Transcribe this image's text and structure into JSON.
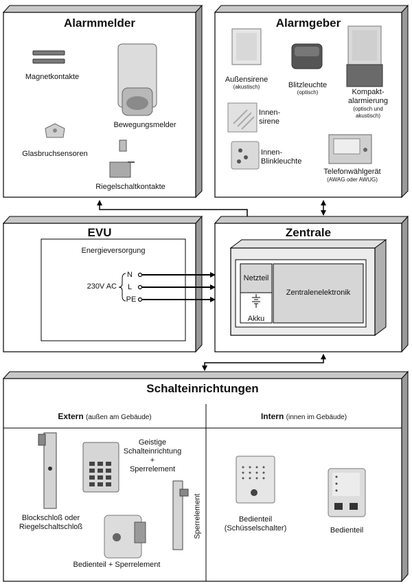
{
  "alarmmelder": {
    "title": "Alarmmelder",
    "magnet": "Magnetkontakte",
    "bewegung": "Bewegungsmelder",
    "glasbruch": "Glasbruchsensoren",
    "riegel": "Riegelschaltkontakte"
  },
  "alarmgeber": {
    "title": "Alarmgeber",
    "aussensirene": "Außensirene",
    "aussensirene_sub": "(akustisch)",
    "blitz": "Blitzleuchte",
    "blitz_sub": "(optisch)",
    "kompakt": "Kompakt-\nalarmierung",
    "kompakt_sub": "(optisch und\nakustisch)",
    "innensirene": "Innen-\nsirene",
    "innenblink": "Innen-\nBlinkleuchte",
    "telefon": "Telefonwählgerät",
    "telefon_sub": "(AWAG oder AWUG)"
  },
  "evu": {
    "title": "EVU",
    "energie": "Energieversorgung",
    "voltage": "230V AC",
    "n": "N",
    "l": "L",
    "pe": "PE"
  },
  "zentrale": {
    "title": "Zentrale",
    "netzteil": "Netzteil",
    "akku": "Akku",
    "elektronik": "Zentralenelektronik"
  },
  "schalt": {
    "title": "Schalteinrichtungen",
    "extern": "Extern",
    "extern_note": "(außen am Gebäude)",
    "intern": "Intern",
    "intern_note": "(innen im Gebäude)",
    "blockschloss": "Blockschloß oder\nRiegelschaltschloß",
    "geistige": "Geistige\nSchalteinrichtung\n+\nSperrelement",
    "sperrelement": "Sperrelement",
    "bedienteil_sperr": "Bedienteil + Sperrelement",
    "bedienteil_schluessel": "Bedienteil\n(Schüsselschalter)",
    "bedienteil": "Bedienteil"
  }
}
